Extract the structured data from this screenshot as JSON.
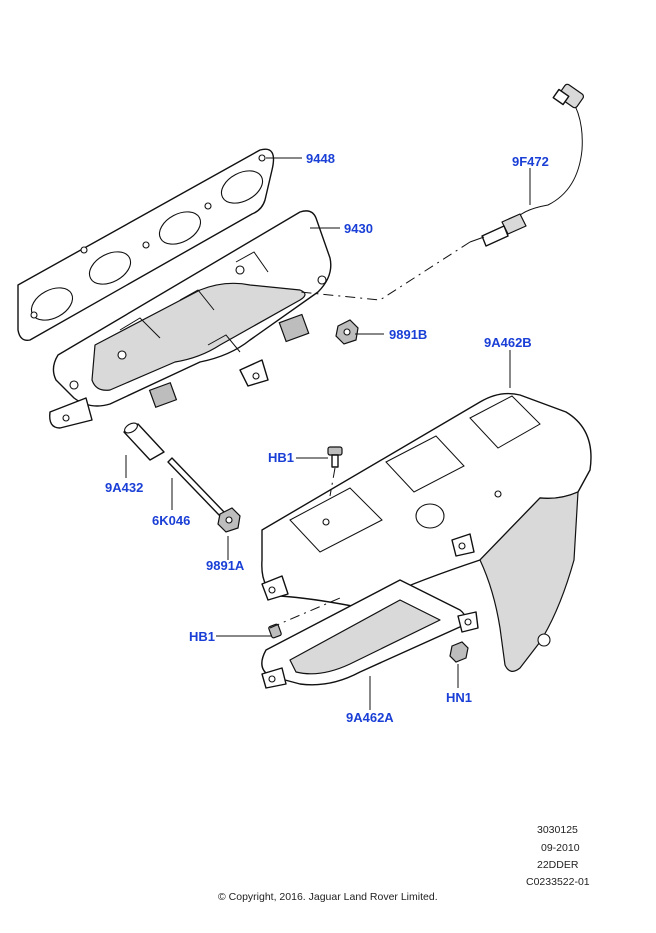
{
  "diagram": {
    "part_labels": {
      "gasket": "9448",
      "manifold": "9430",
      "oxygen_sensor": "9F472",
      "nut_upper": "9891B",
      "heat_shield_upper": "9A462B",
      "bolt_upper": "HB1",
      "sleeve": "9A432",
      "stud": "6K046",
      "nut_lower": "9891A",
      "bolt_lower": "HB1",
      "nut_shield": "HN1",
      "heat_shield_lower": "9A462A"
    },
    "reference": {
      "illustration_number": "3030125",
      "date": "09-2010",
      "engine_code": "22DDER",
      "catalog_number": "C0233522-01"
    },
    "copyright": "© Copyright, 2016. Jaguar Land Rover Limited."
  }
}
